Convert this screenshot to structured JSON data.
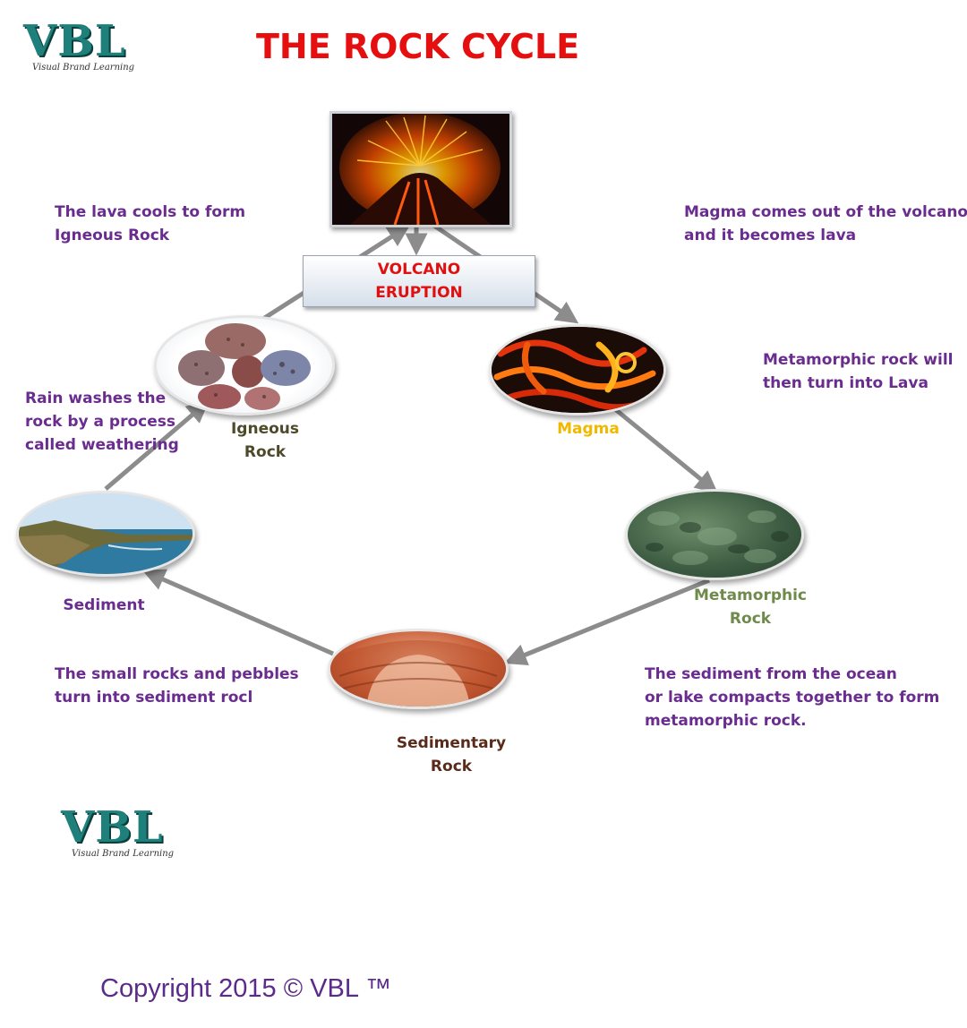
{
  "logo": {
    "brand": "VBL",
    "tagline": "Visual Brand Learning"
  },
  "title": "THE ROCK CYCLE",
  "eruption": {
    "line1": "VOLCANO",
    "line2": "ERUPTION"
  },
  "stages": {
    "igneous": {
      "line1": "Igneous",
      "line2": "Rock"
    },
    "magma": {
      "line1": "Magma"
    },
    "metamorphic": {
      "line1": "Metamorphic",
      "line2": "Rock"
    },
    "sedimentary": {
      "line1": "Sedimentary",
      "line2": "Rock"
    },
    "sediment": {
      "line1": "Sediment"
    }
  },
  "notes": {
    "lava_cools": [
      "The lava cools to form",
      "Igneous Rock"
    ],
    "magma_out": [
      "Magma comes out of the volcano",
      "and it becomes lava"
    ],
    "metamorphic_to_lava": [
      "Metamorphic rock will",
      "then turn into Lava"
    ],
    "rain": [
      "Rain washes the",
      "rock by a process",
      "called weathering"
    ],
    "small_rocks": [
      "The small rocks and pebbles",
      "turn into sediment rocl"
    ],
    "sediment_compacts": [
      "The sediment from the ocean",
      "or lake compacts together to form",
      "metamorphic rock."
    ]
  },
  "colors": {
    "title": "#e60f0f",
    "notes": "#6a2d8f",
    "igneous_label": "#4d4a2a",
    "magma_label": "#f2b800",
    "metamorphic_label": "#6f8a4a",
    "sedimentary_label": "#5a2a1a",
    "sediment_label": "#6a2d8f",
    "arrow": "#8c8c8c"
  },
  "copyright": "Copyright 2015 ©  VBL ™"
}
